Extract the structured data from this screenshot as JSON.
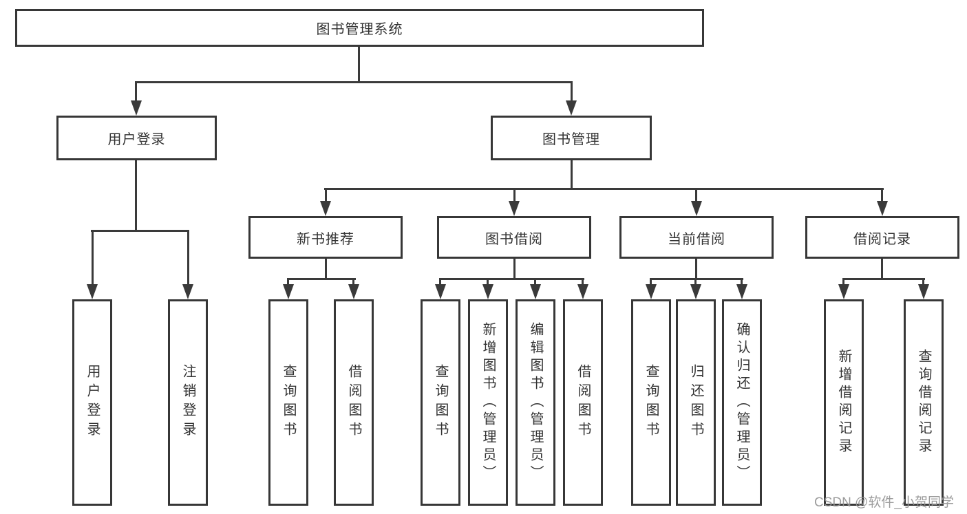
{
  "diagram": {
    "root": {
      "label": "图书管理系统"
    },
    "level2": [
      {
        "label": "用户登录"
      },
      {
        "label": "图书管理"
      }
    ],
    "level3": [
      {
        "label": "新书推荐"
      },
      {
        "label": "图书借阅"
      },
      {
        "label": "当前借阅"
      },
      {
        "label": "借阅记录"
      }
    ],
    "leaves": {
      "login": [
        {
          "label": "用户登录"
        },
        {
          "label": "注销登录"
        }
      ],
      "recommend": [
        {
          "label": "查询图书"
        },
        {
          "label": "借阅图书"
        }
      ],
      "borrow": [
        {
          "label": "查询图书"
        },
        {
          "label": "新增图书（管理员）"
        },
        {
          "label": "编辑图书（管理员）"
        },
        {
          "label": "借阅图书"
        }
      ],
      "current": [
        {
          "label": "查询图书"
        },
        {
          "label": "归还图书"
        },
        {
          "label": "确认归还（管理员）"
        }
      ],
      "records": [
        {
          "label": "新增借阅记录"
        },
        {
          "label": "查询借阅记录"
        }
      ]
    },
    "watermark": "CSDN @软件_小贺同学",
    "colors": {
      "line": "#3a3a3a",
      "border": "#373737",
      "text": "#333333",
      "watermark": "#949494",
      "background": "#ffffff"
    }
  }
}
